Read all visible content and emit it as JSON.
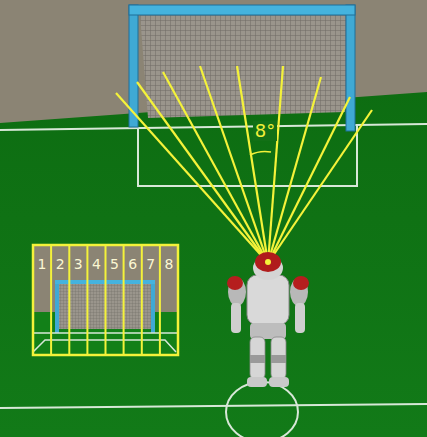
{
  "diagram": {
    "labels": [
      "8°",
      "1",
      "2",
      "3",
      "4",
      "5",
      "6",
      "7",
      "8"
    ]
  }
}
